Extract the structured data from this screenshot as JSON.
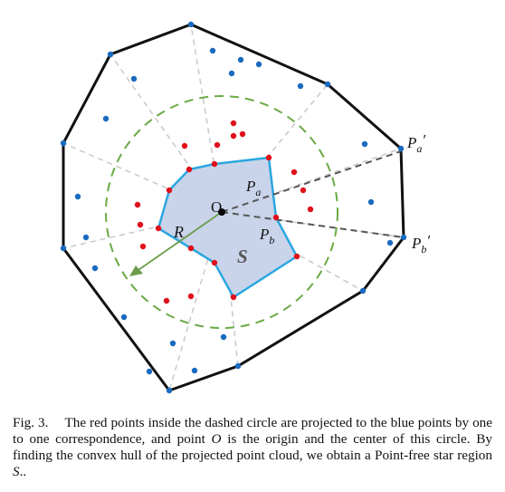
{
  "figure": {
    "labels": {
      "origin": "O",
      "radius": "R",
      "region": "S",
      "pa_main": "P",
      "pa_sub": "a",
      "pb_main": "P",
      "pb_sub": "b",
      "prime": "′"
    },
    "colors": {
      "hull": "#111111",
      "spokes": "#c8c8c8",
      "dashed_circle": "#6aaa44",
      "star_fill": "#c9d4ea",
      "star_stroke": "#2aa7e0",
      "red_points": "#e0101a",
      "blue_points": "#1a6bbf",
      "radius_arrow": "#6a9c4a",
      "projection_lines": "#555555"
    }
  },
  "caption": {
    "lead": "Fig. 3.",
    "body_1": "The red points inside the dashed circle are projected to the blue points by one to one correspondence, and point ",
    "o": "O",
    "body_2": " is the origin and the center of this circle. By finding the convex hull of the projected point cloud, we obtain a Point-free star region ",
    "s": "S",
    "end": ".."
  }
}
